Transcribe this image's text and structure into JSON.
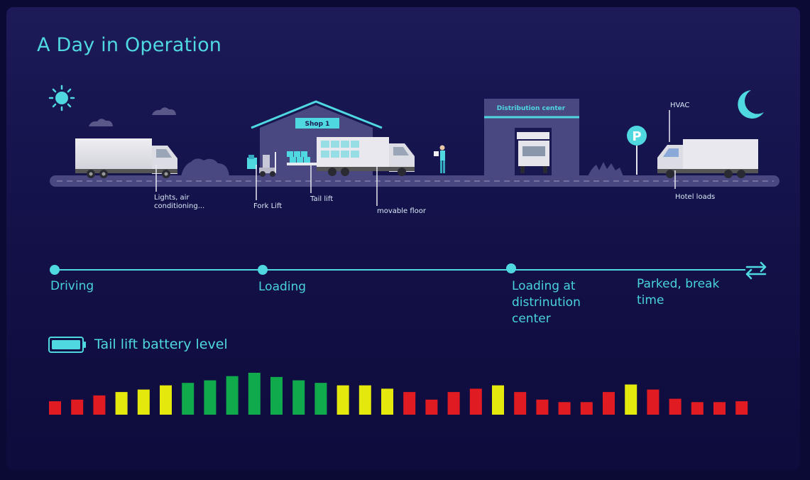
{
  "title": "A Day in Operation",
  "scene": {
    "shop_label": "Shop 1",
    "dc_label": "Distribution center",
    "parking_sign": "P",
    "icons": [
      "sun-icon",
      "moon-icon",
      "cloud-icon",
      "forklift-icon",
      "worker-icon",
      "truck-icon",
      "parking-sign-icon"
    ]
  },
  "callouts": {
    "lights": "Lights, air conditioning...",
    "forklift": "Fork Lift",
    "tail_lift": "Tail lift",
    "movable_floor": "movable floor",
    "hvac": "HVAC",
    "hotel_loads": "Hotel loads"
  },
  "timeline": {
    "steps": [
      "Driving",
      "Loading",
      "Loading at distrinution center",
      "Parked, break time"
    ],
    "repeat_icon": "repeat-icon"
  },
  "battery": {
    "label": "Tail lift battery level",
    "icon": "battery-icon",
    "colors": {
      "red": "#e01b22",
      "yellow": "#e5e80c",
      "green": "#10a94c"
    },
    "levels": [
      0.32,
      0.36,
      0.46,
      0.54,
      0.6,
      0.7,
      0.76,
      0.82,
      0.92,
      1.0,
      0.9,
      0.82,
      0.76,
      0.7,
      0.7,
      0.62,
      0.54,
      0.36,
      0.54,
      0.62,
      0.7,
      0.54,
      0.36,
      0.3,
      0.3,
      0.54,
      0.72,
      0.6,
      0.38,
      0.3,
      0.3,
      0.32
    ],
    "bar_colors": [
      "red",
      "red",
      "red",
      "yellow",
      "yellow",
      "yellow",
      "green",
      "green",
      "green",
      "green",
      "green",
      "green",
      "green",
      "yellow",
      "yellow",
      "yellow",
      "red",
      "red",
      "red",
      "red",
      "yellow",
      "red",
      "red",
      "red",
      "red",
      "red",
      "yellow",
      "red",
      "red",
      "red",
      "red",
      "red"
    ]
  }
}
